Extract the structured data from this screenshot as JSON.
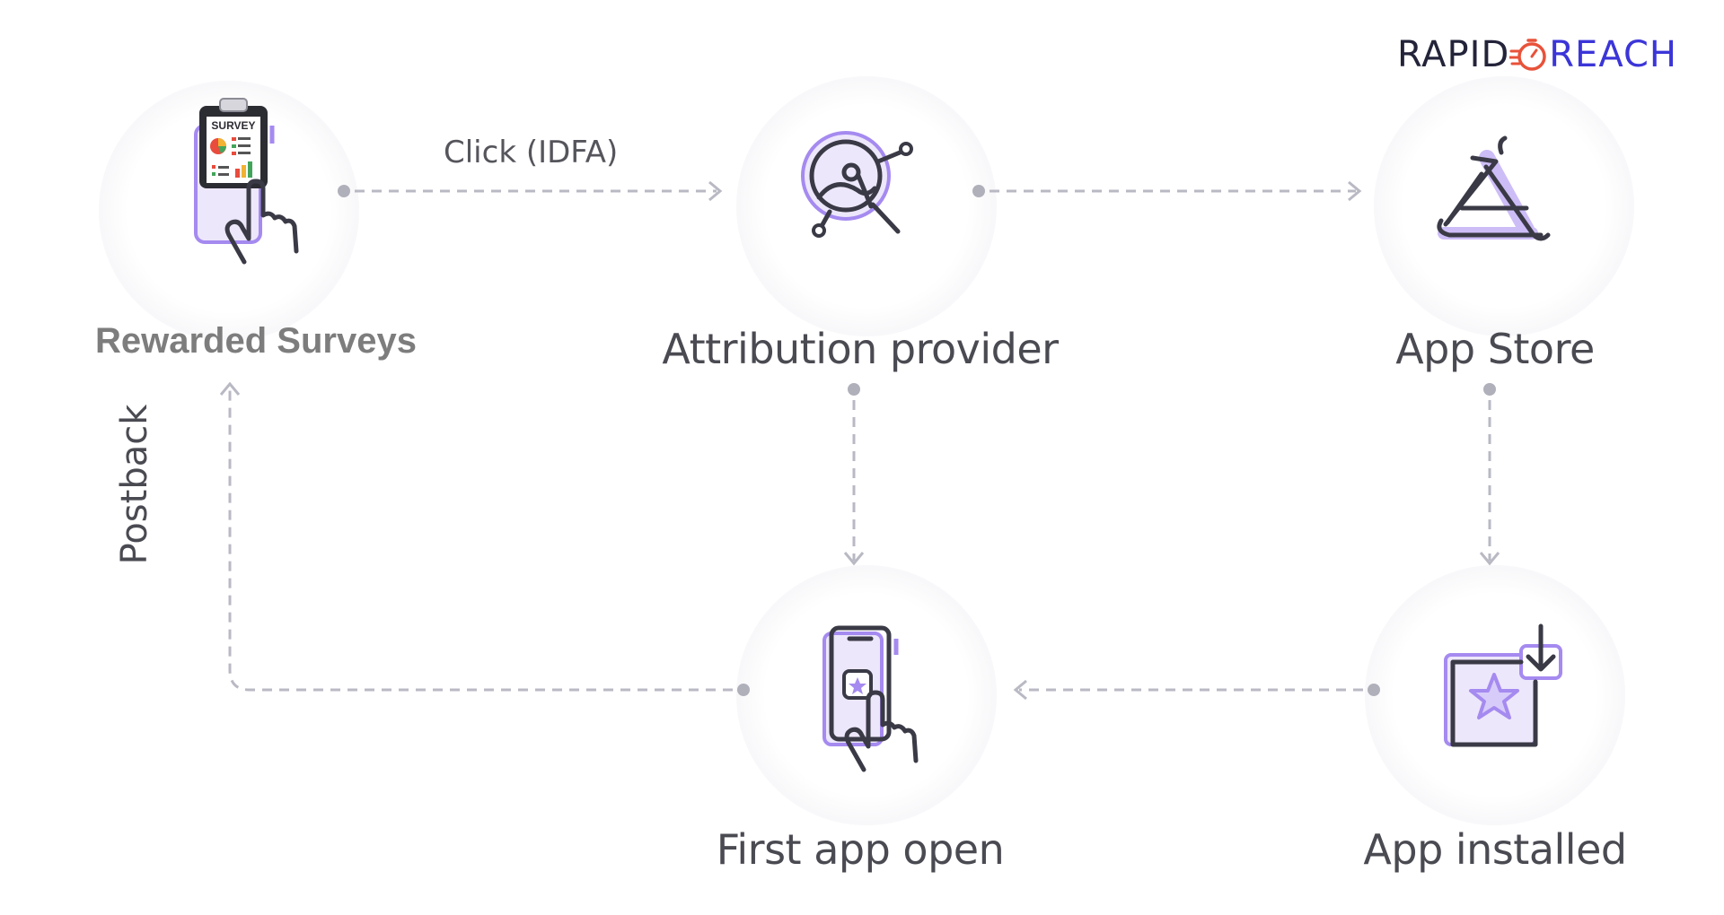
{
  "brand": {
    "left": "RAPID",
    "right": "REACH",
    "accent": "#3b35d8",
    "dark": "#23233a"
  },
  "nodes": {
    "rewarded_surveys": {
      "label": "Rewarded Surveys",
      "icon": "survey-clipboard-icon",
      "clipboard_text": "SURVEY"
    },
    "attribution_provider": {
      "label": "Attribution provider",
      "icon": "analytics-magnifier-icon"
    },
    "app_store": {
      "label": "App Store",
      "icon": "app-store-icon"
    },
    "first_app_open": {
      "label": "First app open",
      "icon": "phone-tap-icon"
    },
    "app_installed": {
      "label": "App installed",
      "icon": "app-download-icon"
    }
  },
  "edges": {
    "click": {
      "label": "Click (IDFA)"
    },
    "postback": {
      "label": "Postback"
    }
  },
  "colors": {
    "connector": "#b9b9c4",
    "icon_accent": "#a58af0",
    "label": "#4a4a52"
  }
}
